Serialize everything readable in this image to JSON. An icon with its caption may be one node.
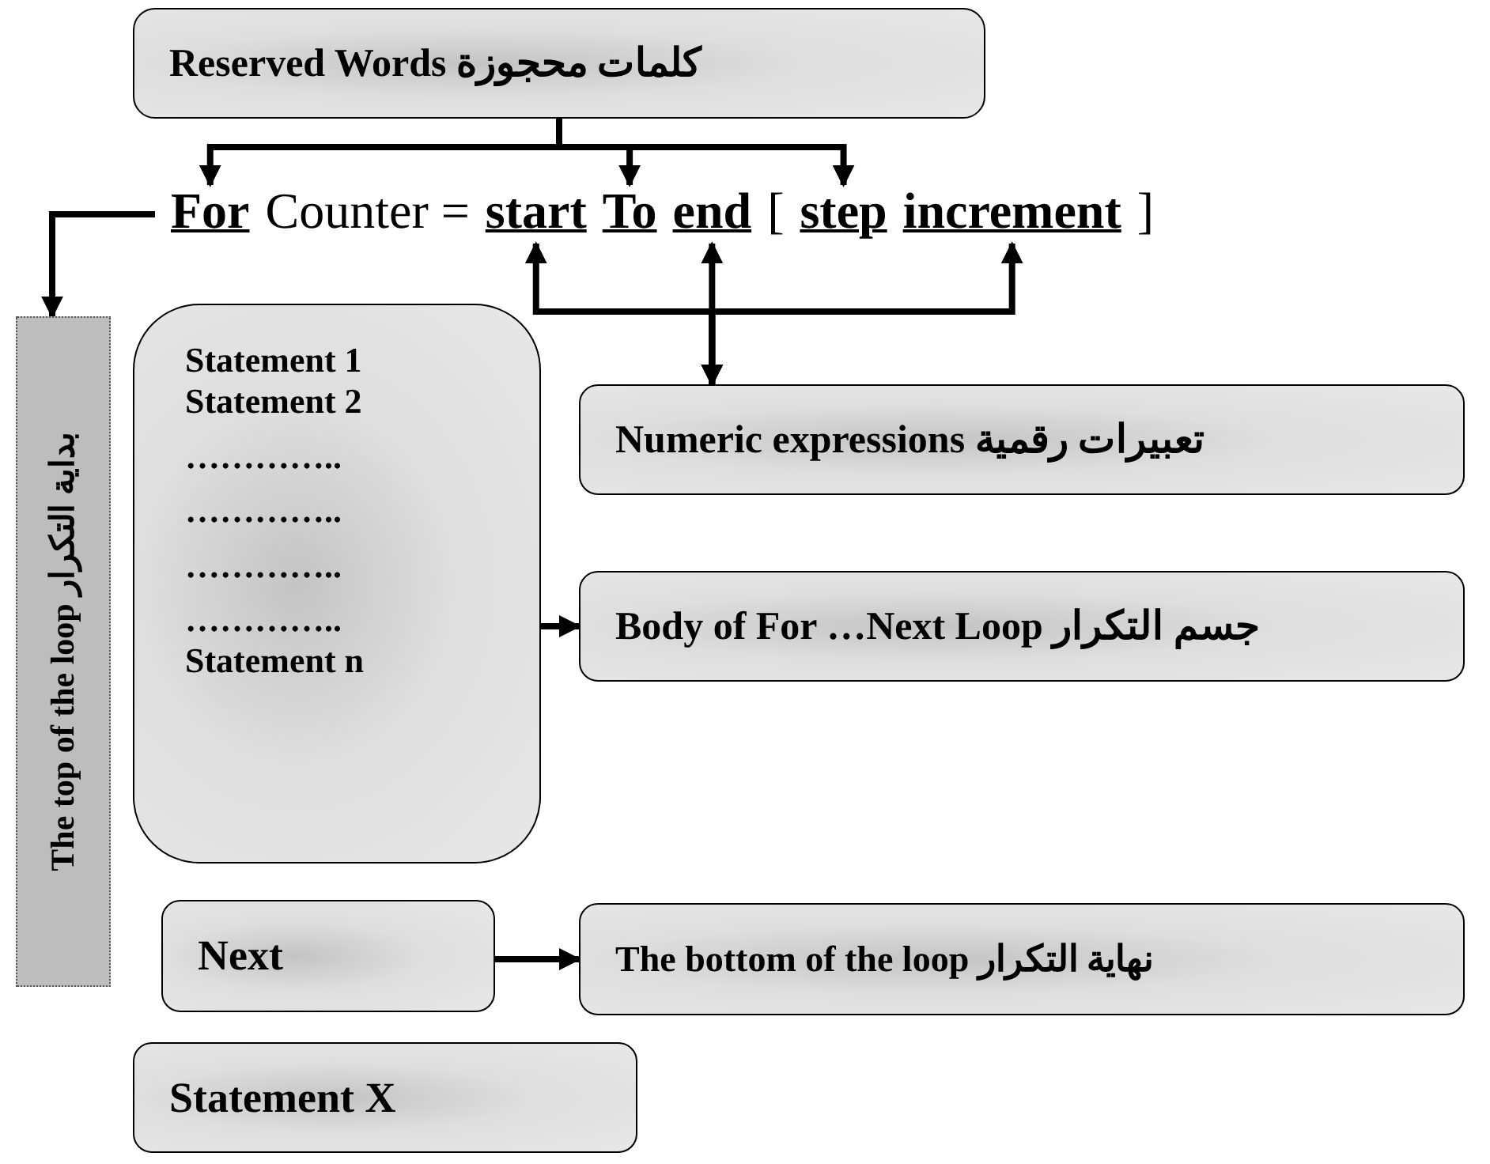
{
  "diagram": {
    "nodes": [
      {
        "text": [
          "Reserved Words كلمات محجوزة"
        ]
      },
      {
        "text": [
          "For"
        ]
      },
      {
        "text": [
          "start"
        ]
      },
      {
        "text": [
          "To"
        ]
      },
      {
        "text": [
          "end"
        ]
      },
      {
        "text": [
          "step"
        ]
      },
      {
        "text": [
          "increment"
        ]
      },
      {
        "text": [
          "The top of the loop بداية التكرار"
        ]
      },
      {
        "text": [
          "Statement 1",
          "Statement 2",
          "…………..",
          "…………..",
          "…………..",
          "…………..",
          "Statement n"
        ]
      },
      {
        "text": [
          "Numeric expressions تعبيرات رقمية"
        ]
      },
      {
        "text": [
          "Body of For …Next Loop جسم التكرار"
        ]
      },
      {
        "text": [
          "Next"
        ]
      },
      {
        "text": [
          "The bottom of the loop نهاية التكرار"
        ]
      },
      {
        "text": [
          "Statement X"
        ]
      }
    ],
    "edges": [
      {
        "from": 0,
        "to": 1,
        "arrow": "to"
      },
      {
        "from": 0,
        "to": 3,
        "arrow": "to"
      },
      {
        "from": 0,
        "to": 5,
        "arrow": "to"
      },
      {
        "from": 1,
        "to": 7,
        "arrow": "to"
      },
      {
        "from": 9,
        "to": 2,
        "arrow": "both"
      },
      {
        "from": 9,
        "to": 4,
        "arrow": "both"
      },
      {
        "from": 9,
        "to": 6,
        "arrow": "both"
      },
      {
        "from": 8,
        "to": 10,
        "arrow": "to"
      },
      {
        "from": 11,
        "to": 12,
        "arrow": "to"
      }
    ],
    "labels": [
      "Counter =",
      "[",
      "]"
    ]
  }
}
